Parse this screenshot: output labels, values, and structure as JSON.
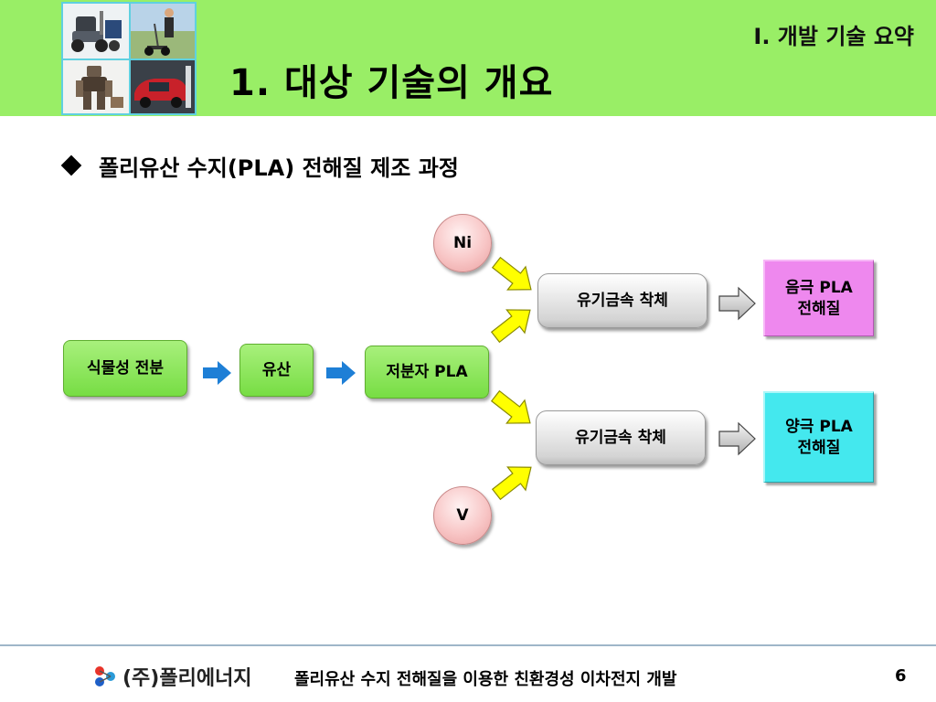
{
  "header": {
    "section_tag": "I. 개발 기술 요약",
    "title": "1. 대상 기술의 개요"
  },
  "bullet": {
    "text": "폴리유산 수지(PLA) 전해질 제조 과정"
  },
  "diagram": {
    "nodes": {
      "starch": "식물성 전분",
      "lactic_acid": "유산",
      "low_mw_pla": "저분자 PLA",
      "ni": "Ni",
      "v": "V",
      "complex_top": "유기금속 착체",
      "complex_bottom": "유기금속 착체",
      "anode_line1": "음극 PLA",
      "anode_line2": "전해질",
      "cathode_line1": "양극 PLA",
      "cathode_line2": "전해질"
    }
  },
  "footer": {
    "company": "(주)폴리에너지",
    "title": "폴리유산 수지 전해질을 이용한 친환경성 이차전지 개발",
    "page": "6"
  },
  "colors": {
    "header_bg": "#99ee66",
    "process_box": "#88e455",
    "arrow_blue": "#1e7fd6",
    "arrow_yellow": "#ffff00",
    "anode_box": "#ee88ee",
    "cathode_box": "#44e8ee",
    "circle_fill": "#f8c6c6"
  }
}
